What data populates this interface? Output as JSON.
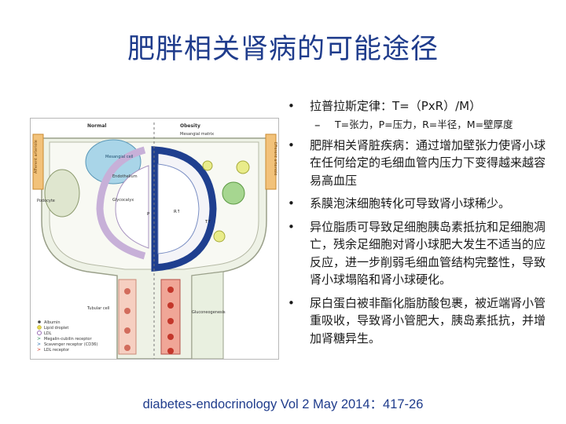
{
  "slide": {
    "title": "肥胖相关肾病的可能途径",
    "citation": "diabetes-endocrinology Vol 2 May 2014：417-26"
  },
  "bullets": [
    {
      "marker": "•",
      "text": "拉普拉斯定律：T=（PxR）/M）",
      "level": 1
    },
    {
      "marker": "–",
      "text": "T=张力，P=压力，R=半径，M=壁厚度",
      "level": 2
    },
    {
      "marker": "•",
      "text": "肥胖相关肾脏疾病：通过增加壁张力使肾小球在任何给定的毛细血管内压力下变得越来越容易高血压",
      "level": 1
    },
    {
      "marker": "•",
      "text": "系膜泡沫细胞转化可导致肾小球稀少。",
      "level": 1
    },
    {
      "marker": "•",
      "text": "异位脂质可导致足细胞胰岛素抵抗和足细胞凋亡，残余足细胞对肾小球肥大发生不适当的应反应，进一步削弱毛细血管结构完整性，导致肾小球塌陷和肾小球硬化。",
      "level": 1
    },
    {
      "marker": "•",
      "text": "尿白蛋白被非酯化脂肪酸包裹，被近端肾小管重吸收，导致肾小管肥大，胰岛素抵抗，并增加肾糖异生。",
      "level": 1
    }
  ],
  "figure": {
    "label_normal": "Normal",
    "label_obesity": "Obesity",
    "label_mesangial_matrix": "Mesangial matrix",
    "label_afferent": "Afferent arteriole",
    "label_efferent": "Efferent arteriole",
    "label_mesangial_cell": "Mesangial cell",
    "label_endothelium": "Endothelium",
    "label_glycocalyx": "Glycocalyx",
    "label_p": "P",
    "label_r_up": "R↑",
    "label_t_up": "T↑",
    "label_podocyte": "Podocyte",
    "label_tubular_cell": "Tubular cell",
    "label_gluconeogenesis": "Gluconeogenesis",
    "legend": [
      {
        "symbol": "dot",
        "text": "Albumin",
        "color": "#444444"
      },
      {
        "symbol": "droplet",
        "text": "Lipid droplet",
        "color": "#e8d84a"
      },
      {
        "symbol": "ldl",
        "text": "LDL",
        "color": "#9a6fb5"
      },
      {
        "symbol": "receptor-green",
        "text": "Megalin-cubilin receptor",
        "color": "#2e8b57"
      },
      {
        "symbol": "receptor-blue",
        "text": "Scavenger receptor (CD36)",
        "color": "#2a6fb0"
      },
      {
        "symbol": "receptor-red",
        "text": "LDL receptor",
        "color": "#d03a2a"
      }
    ]
  },
  "colors": {
    "title": "#1f3c8c",
    "citation": "#1f3c8c"
  }
}
